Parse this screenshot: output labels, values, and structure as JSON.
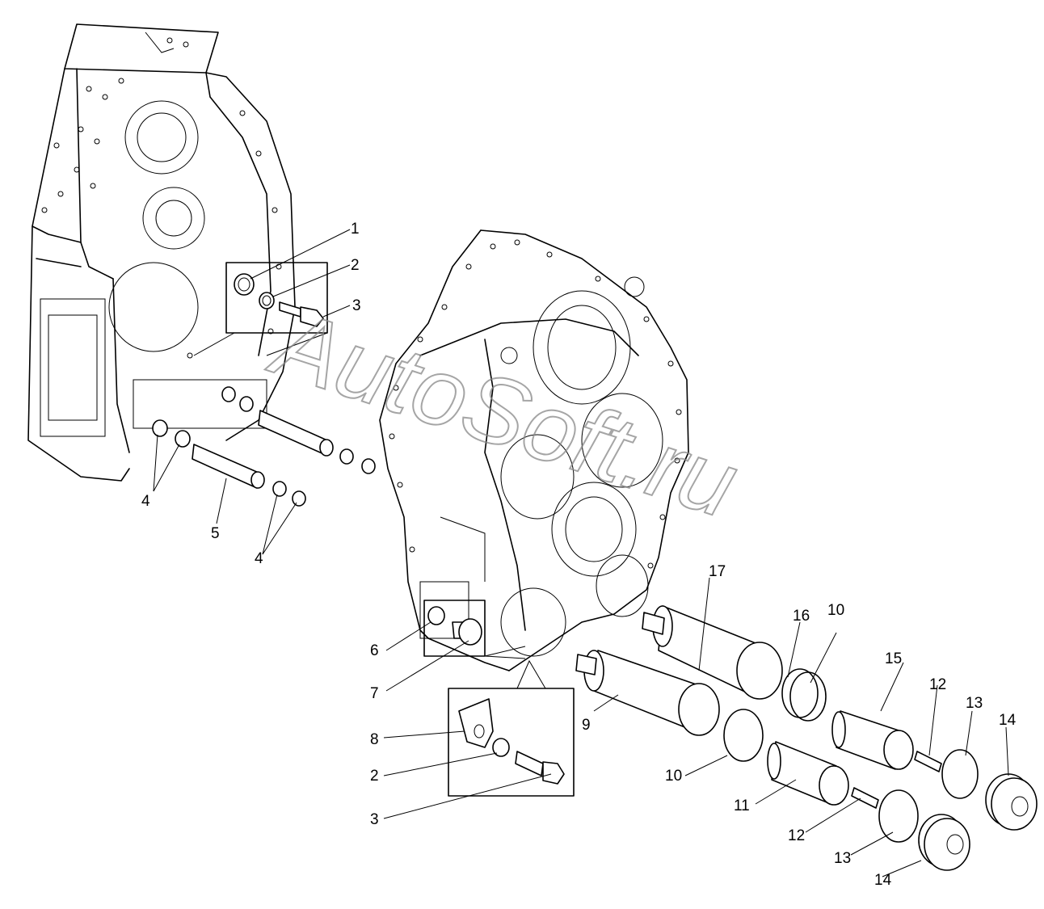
{
  "watermark": "AutoSoft.ru",
  "callouts": {
    "c1": "1",
    "c2a": "2",
    "c3a": "3",
    "c4a": "4",
    "c5": "5",
    "c4b": "4",
    "c6": "6",
    "c7": "7",
    "c8": "8",
    "c2b": "2",
    "c3b": "3",
    "c9": "9",
    "c10a": "10",
    "c17": "17",
    "c16": "16",
    "c10b": "10",
    "c15": "15",
    "c12a": "12",
    "c13a": "13",
    "c14a": "14",
    "c11": "11",
    "c12b": "12",
    "c13b": "13",
    "c14b": "14"
  }
}
